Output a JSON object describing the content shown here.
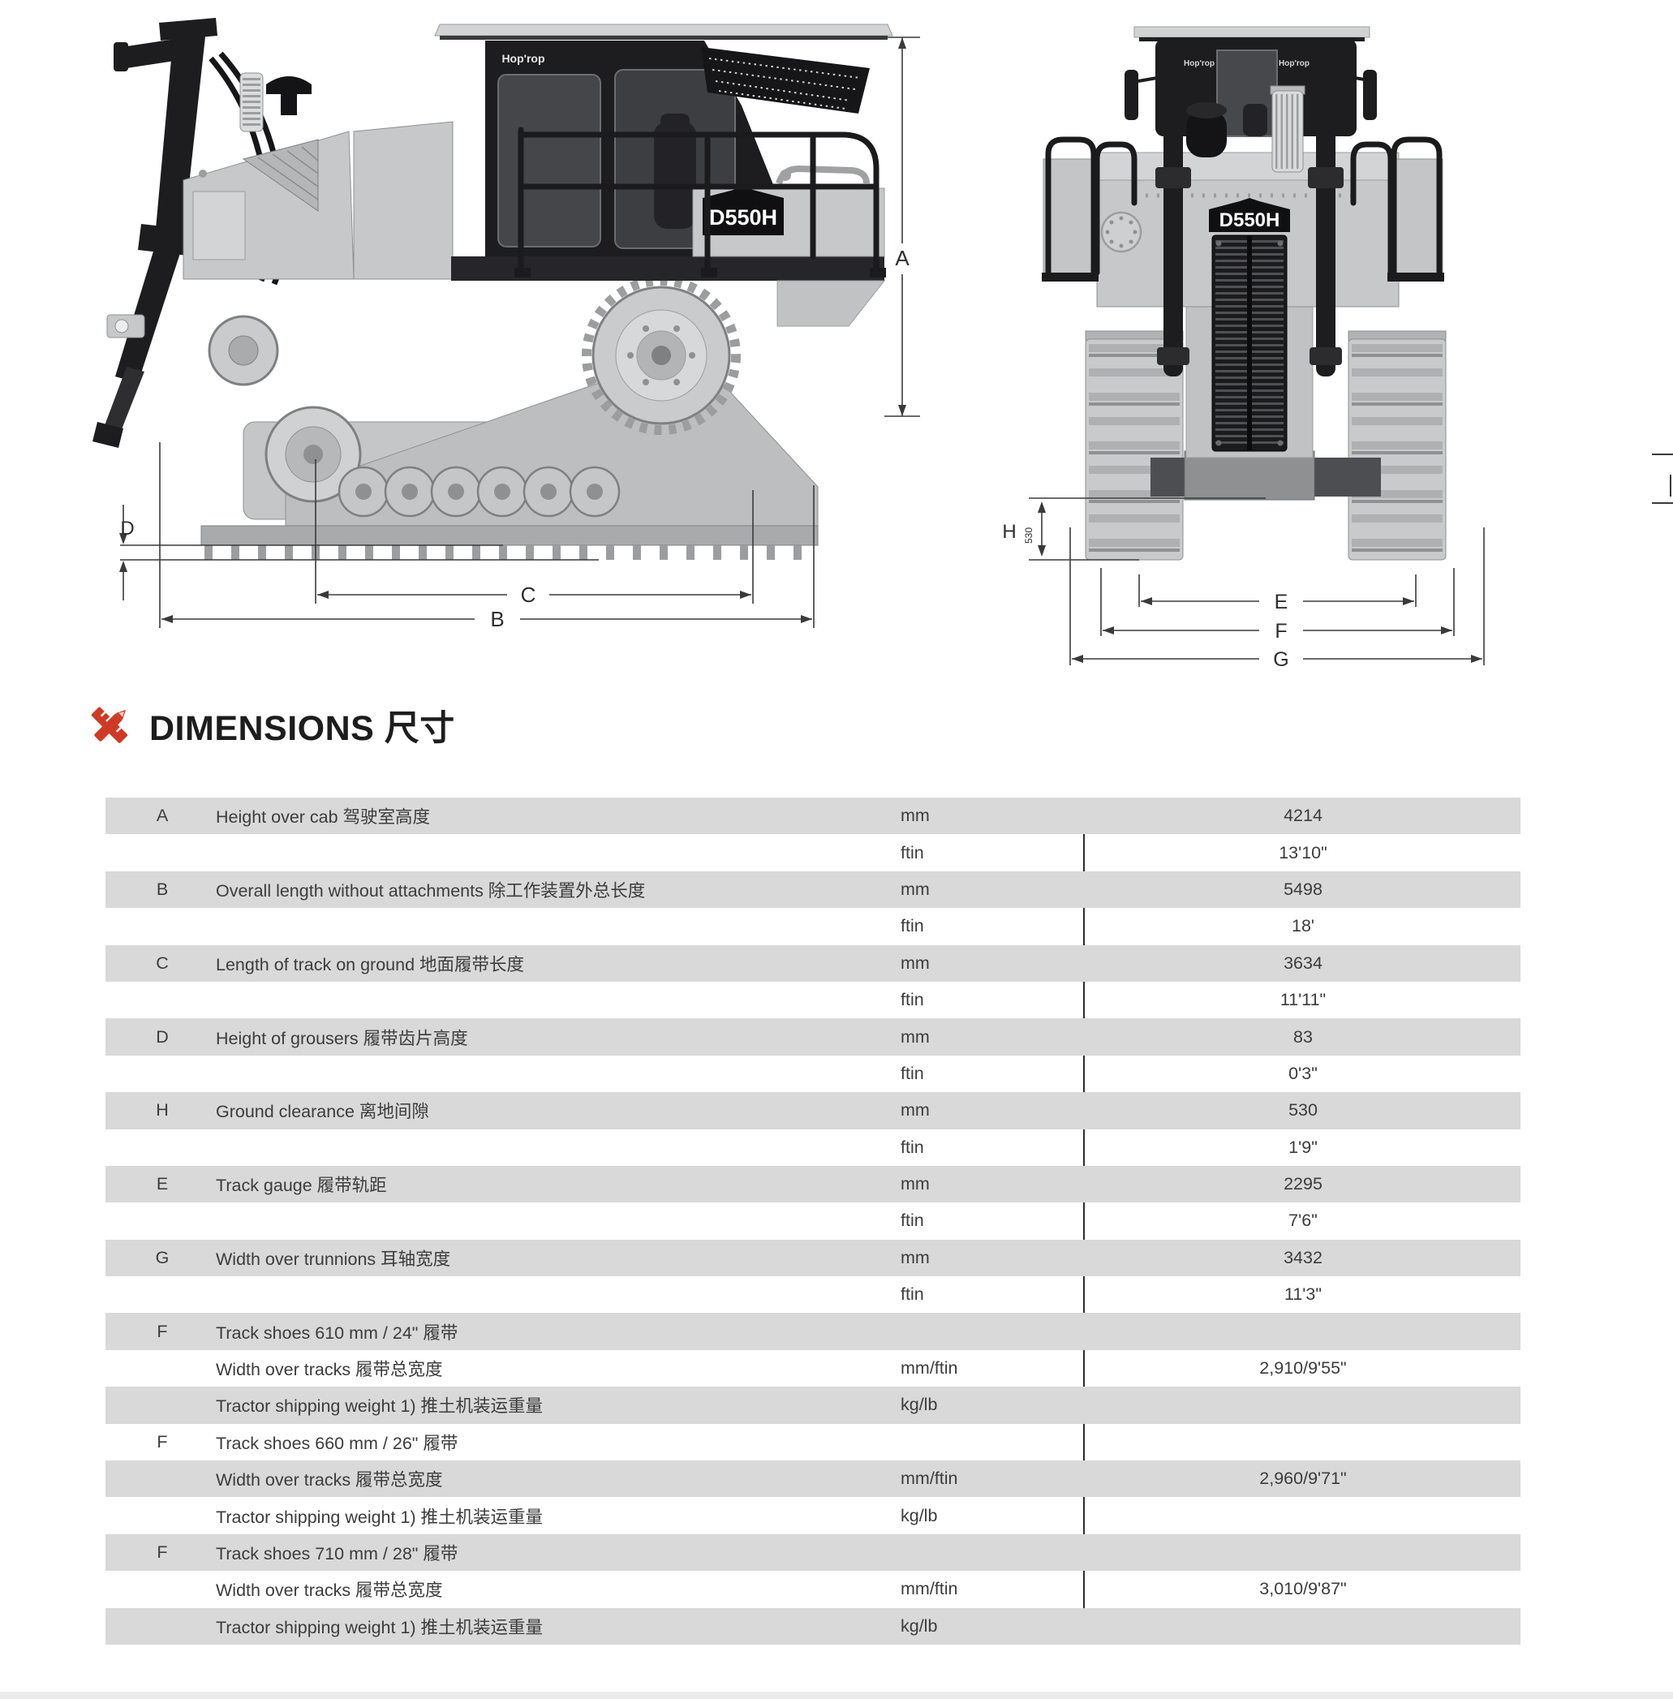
{
  "diagrams": {
    "side_view": {
      "brand_roof_text": "Hop'rop",
      "model_badge": "D550H",
      "dim_labels": {
        "A": "A",
        "B": "B",
        "C": "C",
        "D": "D"
      }
    },
    "front_view": {
      "brand_left": "Hop'rop",
      "brand_right": "Hop'rop",
      "model_badge": "D550H",
      "dim_labels": {
        "H": "H",
        "E": "E",
        "F": "F",
        "G": "G"
      },
      "ground_clearance_annotation": "530"
    }
  },
  "section_header": {
    "icon": "ruler-pencil-icon",
    "title": "DIMENSIONS 尺寸",
    "accent_color": "#cf3a26"
  },
  "table": {
    "shade_color": "#d9d9d9",
    "rows": [
      {
        "letter": "A",
        "desc": "Height over cab 驾驶室高度",
        "unit": "mm",
        "value": "4214"
      },
      {
        "letter": "",
        "desc": "",
        "unit": "ftin",
        "value": "13'10\""
      },
      {
        "letter": "B",
        "desc": "Overall length without attachments 除工作装置外总长度",
        "unit": "mm",
        "value": "5498"
      },
      {
        "letter": "",
        "desc": "",
        "unit": "ftin",
        "value": "18'"
      },
      {
        "letter": "C",
        "desc": "Length of track on ground 地面履带长度",
        "unit": "mm",
        "value": "3634"
      },
      {
        "letter": "",
        "desc": "",
        "unit": "ftin",
        "value": "11'11\""
      },
      {
        "letter": "D",
        "desc": "Height of grousers 履带齿片高度",
        "unit": "mm",
        "value": "83"
      },
      {
        "letter": "",
        "desc": "",
        "unit": "ftin",
        "value": "0'3\""
      },
      {
        "letter": "H",
        "desc": "Ground clearance 离地间隙",
        "unit": "mm",
        "value": "530"
      },
      {
        "letter": "",
        "desc": "",
        "unit": "ftin",
        "value": "1'9\""
      },
      {
        "letter": "E",
        "desc": "Track gauge 履带轨距",
        "unit": "mm",
        "value": "2295"
      },
      {
        "letter": "",
        "desc": "",
        "unit": "ftin",
        "value": "7'6\""
      },
      {
        "letter": "G",
        "desc": "Width over trunnions 耳轴宽度",
        "unit": "mm",
        "value": "3432"
      },
      {
        "letter": "",
        "desc": "",
        "unit": "ftin",
        "value": "11'3\""
      },
      {
        "letter": "F",
        "desc": "Track shoes 610 mm / 24\" 履带",
        "unit": "",
        "value": ""
      },
      {
        "letter": "",
        "desc": "Width over tracks 履带总宽度",
        "unit": "mm/ftin",
        "value": "2,910/9'55\""
      },
      {
        "letter": "",
        "desc": "Tractor shipping weight 1) 推土机装运重量",
        "unit": "kg/lb",
        "value": ""
      },
      {
        "letter": "F",
        "desc": "Track shoes 660 mm / 26\" 履带",
        "unit": "",
        "value": ""
      },
      {
        "letter": "",
        "desc": "Width over tracks 履带总宽度",
        "unit": "mm/ftin",
        "value": "2,960/9'71\""
      },
      {
        "letter": "",
        "desc": "Tractor shipping weight 1) 推土机装运重量",
        "unit": "kg/lb",
        "value": ""
      },
      {
        "letter": "F",
        "desc": "Track shoes 710 mm / 28\" 履带",
        "unit": "",
        "value": ""
      },
      {
        "letter": "",
        "desc": "Width over tracks 履带总宽度",
        "unit": "mm/ftin",
        "value": "3,010/9'87\""
      },
      {
        "letter": "",
        "desc": "Tractor shipping weight 1) 推土机装运重量",
        "unit": "kg/lb",
        "value": ""
      }
    ]
  }
}
